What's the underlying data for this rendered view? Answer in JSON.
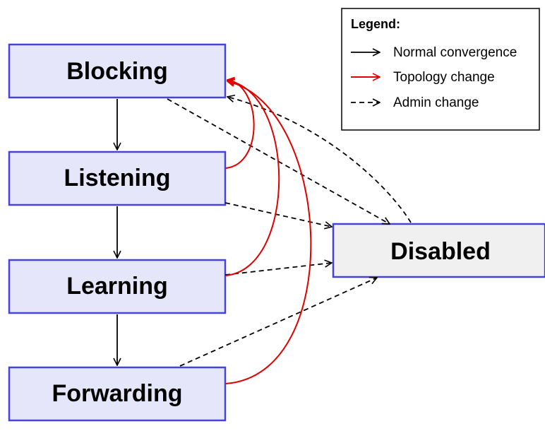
{
  "states": {
    "blocking": "Blocking",
    "listening": "Listening",
    "learning": "Learning",
    "forwarding": "Forwarding",
    "disabled": "Disabled"
  },
  "legend": {
    "title": "Legend:",
    "normal": "Normal convergence",
    "topology": "Topology change",
    "admin": "Admin change"
  },
  "colors": {
    "state_fill": "#e6e6fb",
    "state_border": "#4444dd",
    "disabled_fill": "#f0f0f0",
    "normal": "#000000",
    "topology": "#e00000",
    "admin": "#000000"
  }
}
